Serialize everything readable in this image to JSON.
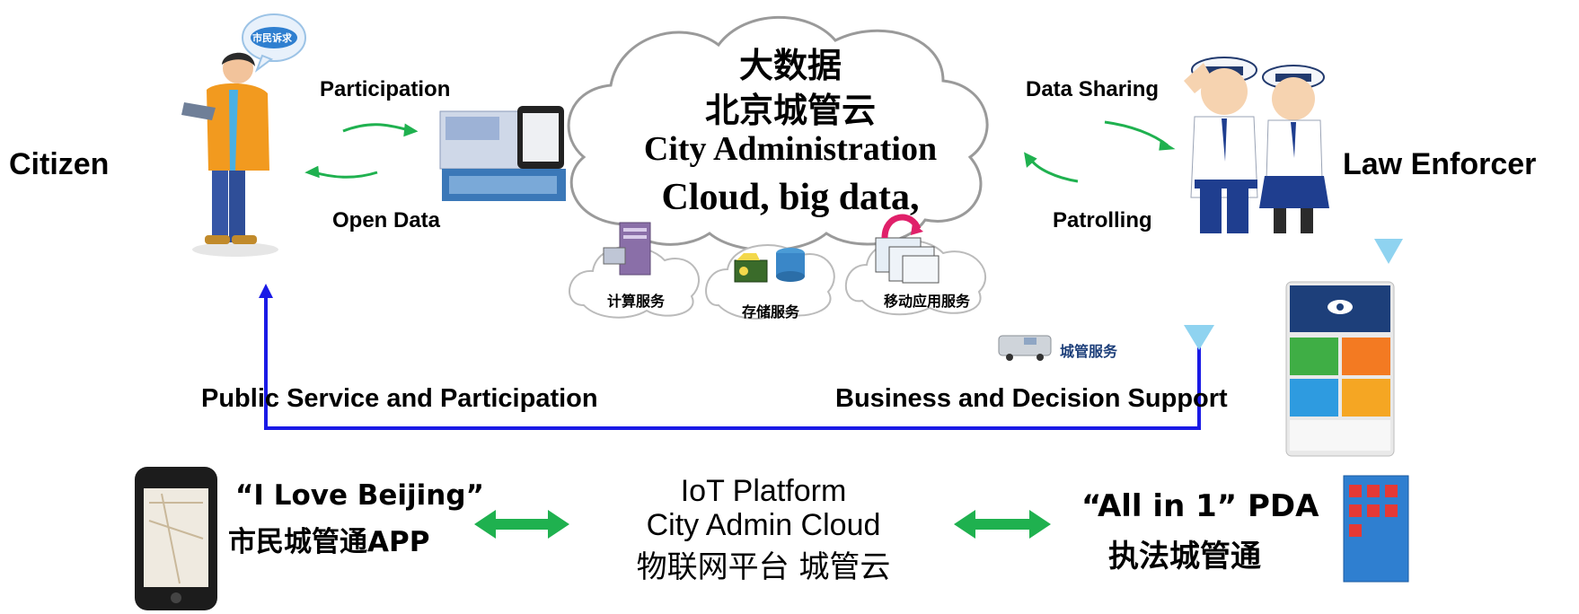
{
  "labels": {
    "citizen": "Citizen",
    "law_enforcer": "Law Enforcer",
    "participation": "Participation",
    "open_data": "Open Data",
    "data_sharing": "Data Sharing",
    "patrolling": "Patrolling",
    "public_service": "Public Service and Participation",
    "business_support": "Business and Decision Support"
  },
  "cloud": {
    "line1": "大数据",
    "line2": "北京城管云",
    "line3": "City Administration",
    "line4": "Cloud, big data,",
    "services": [
      "计算服务",
      "存储服务",
      "移动应用服务"
    ]
  },
  "bubble_text": "市民诉求",
  "van_text": "城管服务",
  "bottom": {
    "left_line1": "“I Love Beijing”",
    "left_line2": "市民城管通APP",
    "center_line1": "IoT Platform",
    "center_line2": "City Admin Cloud",
    "center_line3": "物联网平台  城管云",
    "right_line1": "“All in 1” PDA",
    "right_line2": "执法城管通"
  },
  "colors": {
    "green_arrow": "#1fb14f",
    "blue_line": "#1a1ae6",
    "light_blue_marker": "#8fd3f0"
  }
}
